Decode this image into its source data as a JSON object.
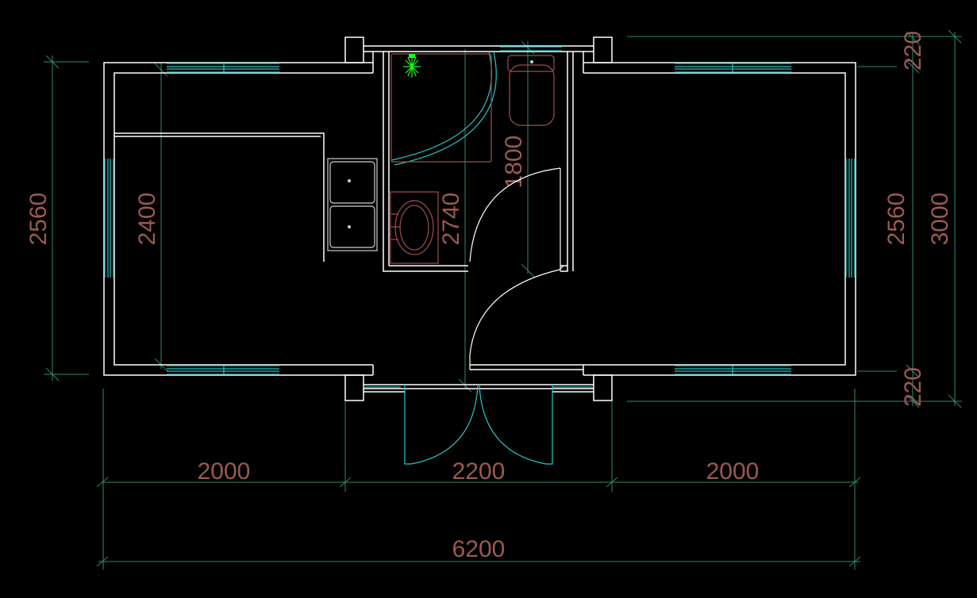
{
  "dimensions": {
    "overall_width": "6200",
    "left_room_width": "2000",
    "middle_width": "2200",
    "right_room_width": "2000",
    "left_outer_height": "2560",
    "left_inner_height": "2400",
    "bathroom_depth": "2740",
    "corridor_length": "1800",
    "right_inner_height": "2560",
    "right_total_height": "3000",
    "top_offset": "220",
    "bottom_offset": "220"
  },
  "colors": {
    "background": "#000000",
    "wall": "#ffffff",
    "dimension_line": "#2f8a72",
    "dimension_text": "#9a5a50",
    "window_glass": "#2ec4c4",
    "fixture": "#a0504a",
    "shower_head": "#19ff19"
  },
  "symbols": {
    "shower": "shower-head-icon",
    "sink": "double-sink-icon",
    "basin": "wash-basin-icon",
    "toilet": "toilet-icon"
  }
}
